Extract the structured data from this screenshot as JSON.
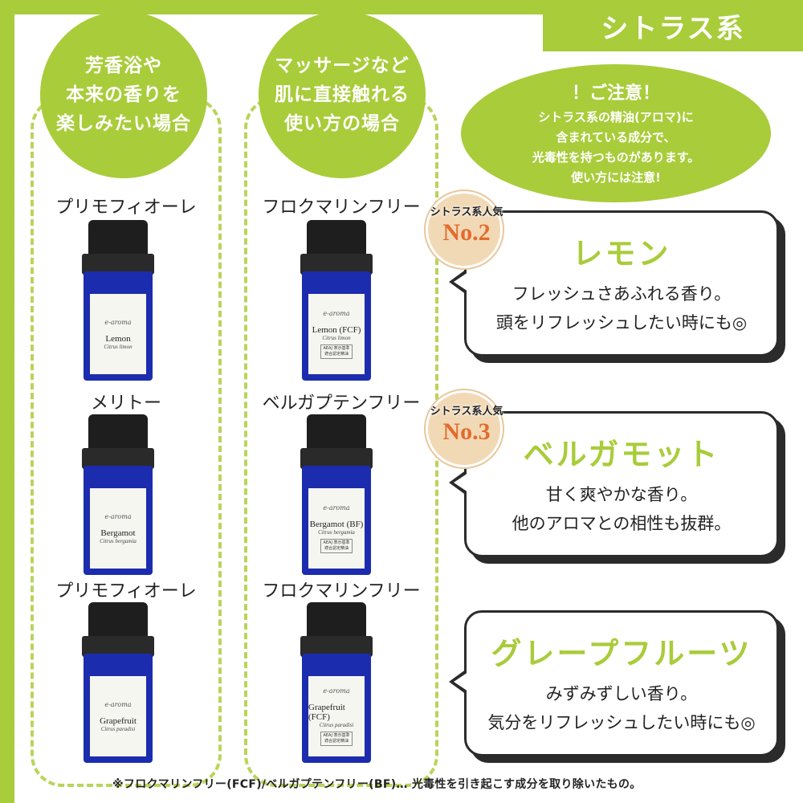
{
  "header": {
    "tag": "シトラス系"
  },
  "columns": [
    {
      "bubble_lines": [
        "芳香浴や",
        "本来の香りを",
        "楽しみたい場合"
      ]
    },
    {
      "bubble_lines": [
        "マッサージなど",
        "肌に直接触れる",
        "使い方の場合"
      ]
    }
  ],
  "notice": {
    "title": "！ご注意！",
    "lines": [
      "シトラス系の精油(アロマ)に",
      "含まれている成分で、",
      "光毒性を持つものがあります。",
      "使い方には注意!"
    ]
  },
  "products": [
    {
      "maker": "プリモフィオーレ",
      "brand": "e-aroma",
      "name": "Lemon",
      "sci": "Citrus limon"
    },
    {
      "maker": "フロクマリンフリー",
      "brand": "e-aroma",
      "name": "Lemon (FCF)",
      "sci": "Citrus limon",
      "cert": [
        "AEAJ 表示基準",
        "適合認定精油"
      ]
    },
    {
      "maker": "メリトー",
      "brand": "e-aroma",
      "name": "Bergamot",
      "sci": "Citrus bergamia"
    },
    {
      "maker": "ベルガプテンフリー",
      "brand": "e-aroma",
      "name": "Bergamot (BF)",
      "sci": "Citrus bergamia",
      "cert": [
        "AEAJ 表示基準",
        "適合認定精油"
      ]
    },
    {
      "maker": "プリモフィオーレ",
      "brand": "e-aroma",
      "name": "Grapefruit",
      "sci": "Citrus paradisi"
    },
    {
      "maker": "フロクマリンフリー",
      "brand": "e-aroma",
      "name": "Grapefruit (FCF)",
      "sci": "Citrus paradisi",
      "cert": [
        "AEAJ 表示基準",
        "適合認定精油"
      ]
    }
  ],
  "ranks": [
    {
      "label": "シトラス系人気",
      "number": "No.2"
    },
    {
      "label": "シトラス系人気",
      "number": "No.3"
    }
  ],
  "descriptions": [
    {
      "title": "レモン",
      "lines": [
        "フレッシュさあふれる香り。",
        "頭をリフレッシュしたい時にも◎"
      ]
    },
    {
      "title": "ベルガモット",
      "lines": [
        "甘く爽やかな香り。",
        "他のアロマとの相性も抜群。"
      ]
    },
    {
      "title": "グレープフルーツ",
      "lines": [
        "みずみずしい香り。",
        "気分をリフレッシュしたい時にも◎"
      ]
    }
  ],
  "footnote": "※フロクマリンフリー(FCF)/ベルガプテンフリー(BF)… 光毒性を引き起こす成分を取り除いたもの。",
  "colors": {
    "accent": "#a9cc3a",
    "bottle_glass": "#1c2cae",
    "rank_number": "#e26b2e"
  }
}
